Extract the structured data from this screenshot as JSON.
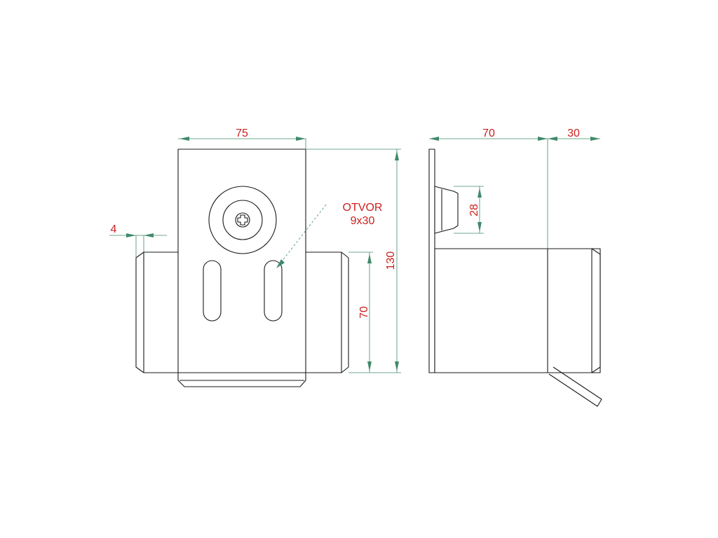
{
  "drawing": {
    "front_view": {
      "width_dim": "75",
      "offset_dim": "4",
      "hole_label_line1": "OTVOR",
      "hole_label_line2": "9x30",
      "height_total_dim": "130",
      "height_lower_dim": "70"
    },
    "side_view": {
      "depth_dim": "70",
      "flange_dim": "30",
      "bracket_height_dim": "28"
    },
    "colors": {
      "outline": "#1a1a1a",
      "dimension_line": "#3f8a6a",
      "dimension_text": "#cc1f1f",
      "background": "#ffffff"
    }
  }
}
